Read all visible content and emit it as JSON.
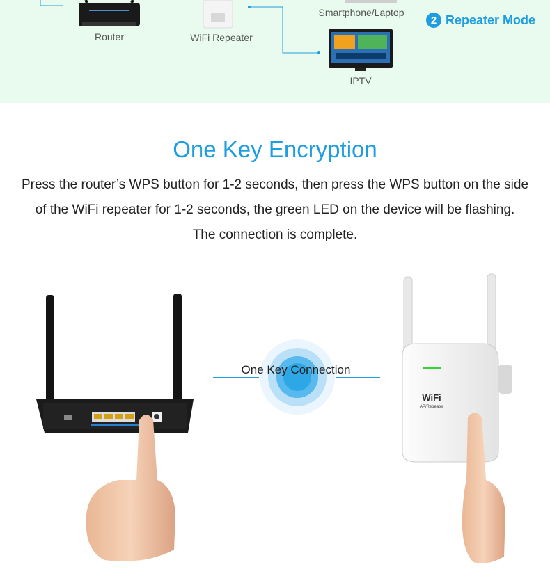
{
  "diagram": {
    "devices": {
      "router": "Router",
      "repeater": "WiFi Repeater",
      "phone": "Smartphone/Laptop",
      "tv": "IPTV"
    },
    "mode": {
      "number": "2",
      "label": "Repeater Mode"
    }
  },
  "section": {
    "title": "One Key Encryption",
    "lines": [
      "Press the router’s WPS button for 1-2 seconds, then press the WPS button on the side",
      "of the WiFi repeater for 1-2 seconds, the green LED on the device will be flashing.",
      "The connection is complete."
    ],
    "connection_label": "One Key Connection"
  },
  "product": {
    "logo_text": "WiFi",
    "logo_sub": "AP/Repeater"
  },
  "colors": {
    "accent": "#1e9ee0",
    "band": "#e9fbef",
    "led": "#38d13b"
  }
}
